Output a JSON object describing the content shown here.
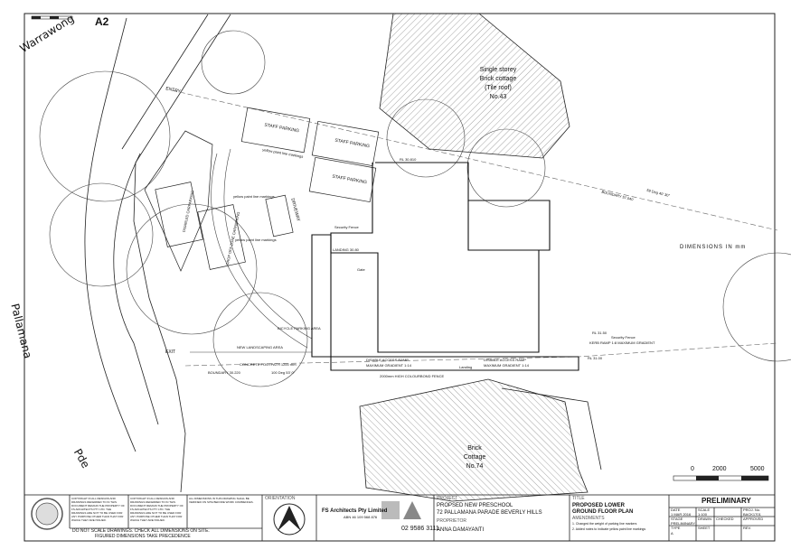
{
  "sheet": {
    "size": "A2"
  },
  "streets": {
    "warrawong": "Warrawong",
    "pallamana": "Pallamana",
    "pde": "Pde"
  },
  "neighbours": {
    "north": [
      "Single storey",
      "Brick cottage",
      "(Tile roof)",
      "No.43"
    ],
    "south": [
      "Brick",
      "Cottage",
      "No.74"
    ]
  },
  "parking": {
    "staff": [
      "STAFF PARKING",
      "STAFF PARKING",
      "STAFF PARKING"
    ],
    "disabled": "DISABLED CARPARKING",
    "dropoff": "DROP OFF ZONE CARPARKING",
    "driveway": "DRIVEWAY",
    "entry": "ENTRY",
    "exit": "EXIT",
    "yellow_note": "yellow paint line markings",
    "landscaping": "NEW LANDSCAPING AREA"
  },
  "site_labels": {
    "boundary_east": "BOUNDARY 57.040",
    "boundary_bearing": "59 Deg 40' 30\"",
    "boundary_south": "BOUNDARY 30.220",
    "bearing_south": "100 Deg 53' 0\"",
    "access_ramp_1": "DISABLE ACCESS RAMP",
    "access_ramp_2": "DISABLE ACCESS RAMP",
    "max_gradient": "MAXIMUM GRADIENT 1:14",
    "landing_rl": "LANDING 30.80",
    "rl_1": "RL 30.810",
    "rl_2": "RL 31.00",
    "rl_3": "RL 31.50",
    "concrete_footpath": "CONCRETE FOOTPATH 1200 mm",
    "bicycle": "BICYCLE PARKING AREA",
    "fence_note": "2000mm HIGH COLOURBOND FENCE",
    "security_fence": "Security Fence",
    "gate": "Gate",
    "kerb": "KERB RAMP 1:8 MAXIMUM GRADIENT",
    "landing": "Landing"
  },
  "scale_bar": {
    "ticks": [
      "0",
      "2000",
      "5000"
    ],
    "caption": "DIMENSIONS IN mm"
  },
  "title_block": {
    "copyright": "COPYRIGHT IN ALL DESIGNS AND DRAWINGS REFERRED TO IN THIS DOCUMENT REMAIN THE PROPERTY OF FS ARCHITECTS PTY LTD. THE DRAWINGS ARE NOT TO BE USED FOR ANY PURPOSE OTHER THAN THAT FOR WHICH THEY ARE ISSUED.",
    "notes": "ALL DIMENSIONS IN THIS DRAWING SHALL BE VERIFIED ON SITE BEFORE WORK COMMENCES.",
    "do_not_scale": "DO NOT SCALE DRAWINGS. CHECK ALL DIMENSIONS ON SITE.",
    "figured": "FIGURED DIMENSIONS TAKE PRECEDENCE",
    "orientation_label": "ORIENTATION",
    "firm": "FS Architects Pty Limited",
    "firm_sub": "ABN 46 109 568 876",
    "phone": "02 9586 3111",
    "project_label": "PROJECT",
    "project": [
      "PROPSED NEW PRESCHOOL",
      "72 PALLAMANA PARADE BEVERLY HILLS"
    ],
    "proprietor_label": "PROPRIETOR",
    "proprietor": "ANNA DAMAYANTI",
    "title_label": "TITLE",
    "title": [
      "PROPOSED LOWER",
      "GROUND FLOOR PLAN"
    ],
    "amendments_label": "AMENDMENTS",
    "amendments": [
      "1. Changed the weight of parking line markers",
      "2. Added notes to indicate yellow paint line markings"
    ],
    "date_label": "DATE",
    "date": "1 MAR 2016",
    "scale_label": "SCALE",
    "scale": "1:100",
    "proj_no_label": "PROJ. No.",
    "proj_no": "BACK1701",
    "stage_label": "STAGE",
    "stage": "PRELIMINARY",
    "drawn_label": "DRAWN",
    "checked_label": "CHECKED",
    "approved_label": "APPROVED",
    "type_label": "TYPE",
    "type": "A",
    "sheet_label": "SHEET",
    "rev_label": "REV.",
    "status": "PRELIMINARY"
  },
  "colors": {
    "line": "#222222",
    "light_line": "#888888",
    "hatch": "#555555"
  }
}
